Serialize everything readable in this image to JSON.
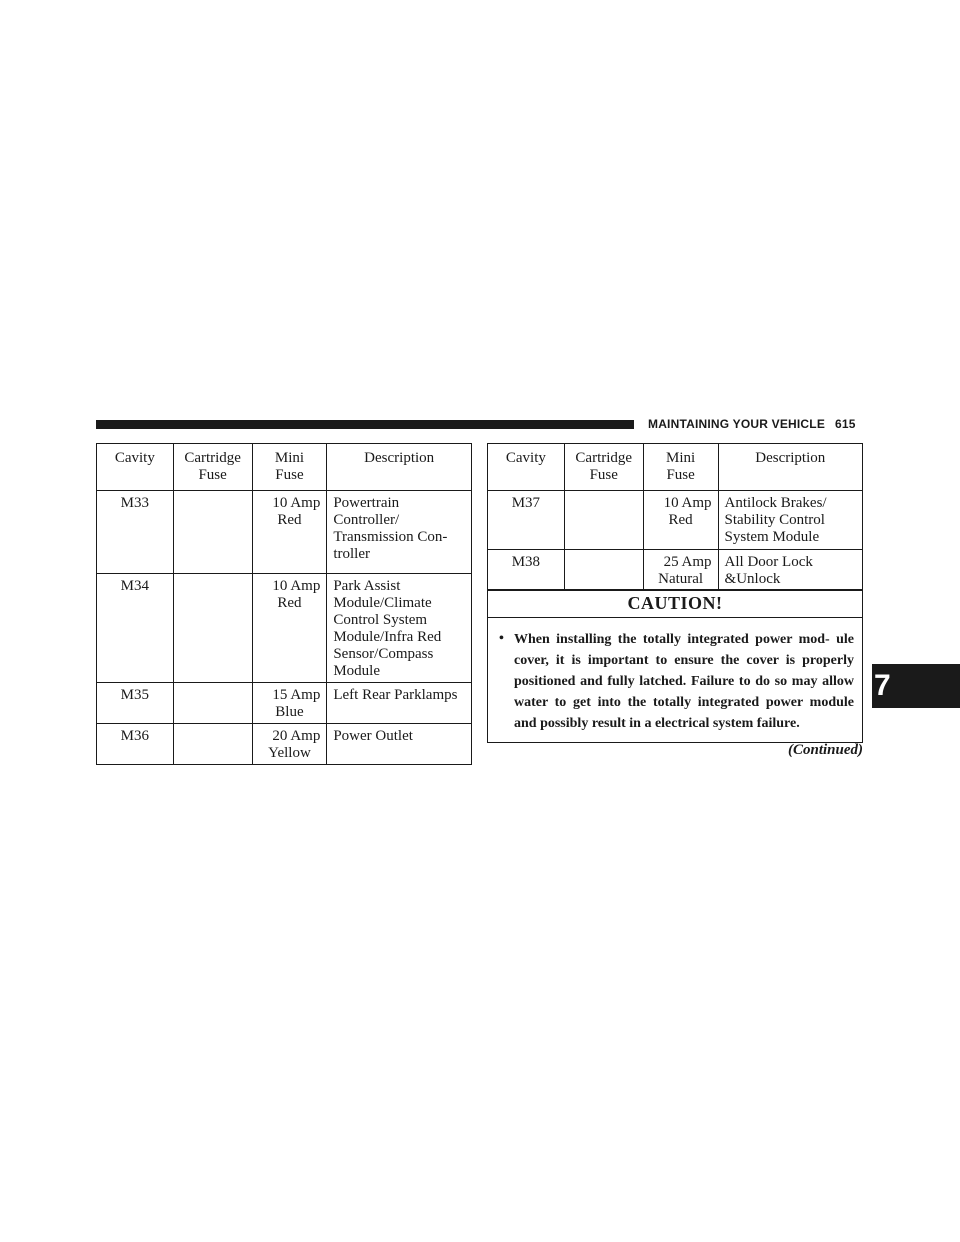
{
  "header": {
    "section_title": "MAINTAINING YOUR VEHICLE",
    "page_number": "615"
  },
  "table_columns": {
    "cavity": "Cavity",
    "cartridge_line1": "Cartridge",
    "cartridge_line2": "Fuse",
    "mini_line1": "Mini",
    "mini_line2": "Fuse",
    "description": "Description"
  },
  "left_table": {
    "rows": [
      {
        "cavity": "M33",
        "cartridge": "",
        "mini_amp": "10 Amp",
        "mini_color": "Red",
        "description": "Powertrain Controller/ Transmission Con- troller"
      },
      {
        "cavity": "M34",
        "cartridge": "",
        "mini_amp": "10 Amp",
        "mini_color": "Red",
        "description": "Park Assist Module/Climate Control System Module/Infra Red Sensor/Compass Module"
      },
      {
        "cavity": "M35",
        "cartridge": "",
        "mini_amp": "15 Amp",
        "mini_color": "Blue",
        "description": "Left Rear Parklamps"
      },
      {
        "cavity": "M36",
        "cartridge": "",
        "mini_amp": "20 Amp",
        "mini_color": "Yellow",
        "description": "Power Outlet"
      }
    ]
  },
  "right_table": {
    "rows": [
      {
        "cavity": "M37",
        "cartridge": "",
        "mini_amp": "10 Amp",
        "mini_color": "Red",
        "description": "Antilock Brakes/ Stability Control System Module"
      },
      {
        "cavity": "M38",
        "cartridge": "",
        "mini_amp": "25 Amp",
        "mini_color": "Natural",
        "description": "All Door Lock &Unlock"
      }
    ]
  },
  "caution": {
    "title": "CAUTION!",
    "bullet": "•",
    "text": "When installing the totally integrated power mod- ule cover, it is important to ensure the cover is properly positioned and fully latched. Failure to do so may allow water to get into the totally integrated power module and possibly result in a electrical system failure."
  },
  "continued_label": "(Continued)",
  "chapter_tab": "7"
}
